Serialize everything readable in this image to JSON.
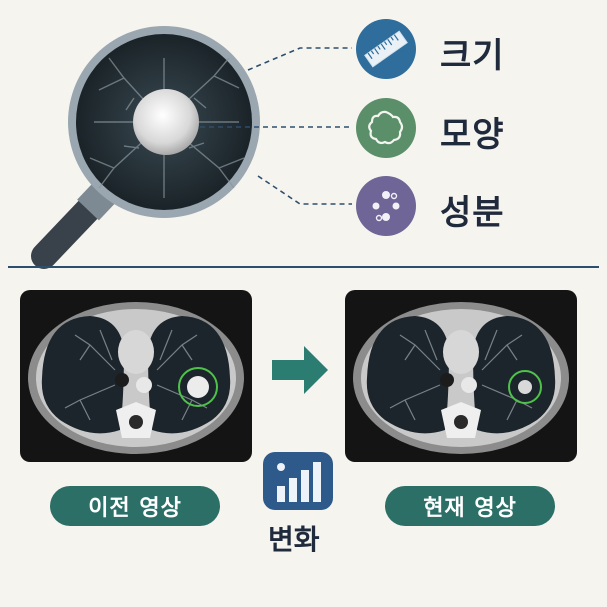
{
  "features": [
    {
      "label": "크기",
      "icon": "ruler-icon",
      "color": "#2f6d9c"
    },
    {
      "label": "모양",
      "icon": "irregular-shape-icon",
      "color": "#5b8f6a"
    },
    {
      "label": "성분",
      "icon": "dots-composition-icon",
      "color": "#6f6596"
    }
  ],
  "comparison": {
    "before_label": "이전 영상",
    "after_label": "현재 영상",
    "change_label": "변화",
    "arrow_color": "#2b7d72",
    "highlight_color": "#4fc24a"
  }
}
